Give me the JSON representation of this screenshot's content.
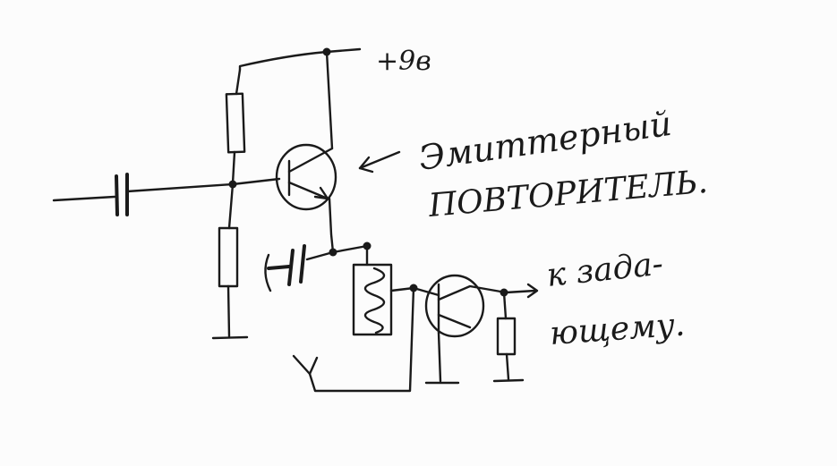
{
  "diagram": {
    "title": "Эмиттерный повторитель",
    "labels": {
      "supply": "+9в",
      "caption_line1": "Эмиттерный",
      "caption_line2": "ПОВТОРИТЕЛЬ.",
      "output_line1": "к зада-",
      "output_line2": "ющему."
    },
    "ink_color": "#1a1a1a",
    "components": [
      "input-capacitor",
      "bias-resistor-top",
      "bias-resistor-bottom",
      "transistor-1",
      "coupling-capacitor",
      "inductor",
      "transistor-2",
      "load-resistor",
      "antenna",
      "ground-1",
      "ground-2",
      "ground-3"
    ]
  }
}
